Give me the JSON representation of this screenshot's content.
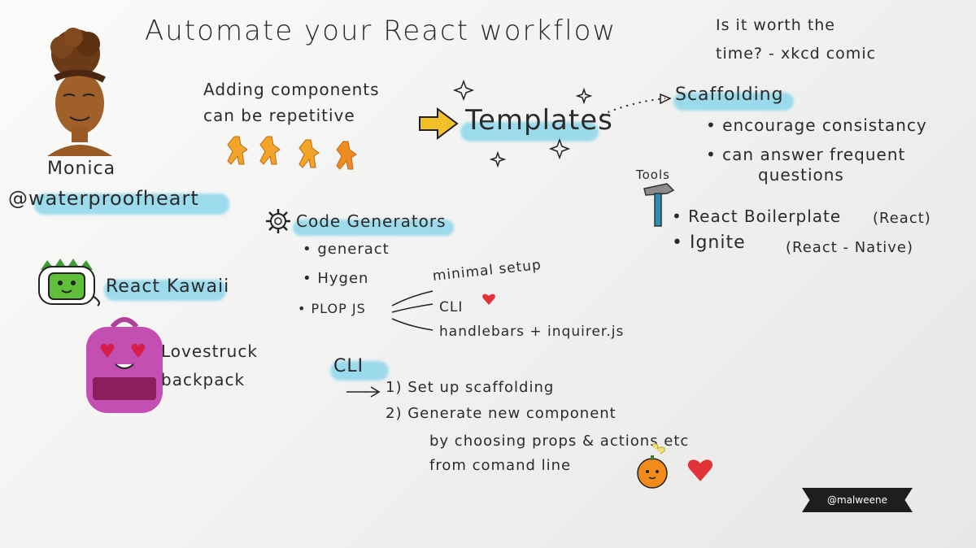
{
  "title": "Automate your React workflow",
  "xkcd_note": [
    "Is it worth the",
    "time? - xkcd comic"
  ],
  "speaker": {
    "name": "Monica",
    "handle": "@waterproofheart"
  },
  "react_kawaii": "React Kawaii",
  "lovestruck": [
    "Lovestruck",
    "backpack"
  ],
  "repetitive": [
    "Adding components",
    "can be repetitive"
  ],
  "templates": "Templates",
  "scaffolding": {
    "title": "Scaffolding",
    "points": [
      "• encourage consistancy",
      "• can answer frequent",
      "questions"
    ]
  },
  "tools": {
    "label": "Tools",
    "items": [
      "• React Boilerplate",
      "(React)",
      "• Ignite",
      "(React - Native)"
    ]
  },
  "code_generators": {
    "title": "Code Generators",
    "items": [
      "• generact",
      "• Hygen",
      "• PLOP JS"
    ],
    "plop_notes": [
      "minimal setup",
      "CLI",
      "handlebars + inquirer.js"
    ]
  },
  "cli": {
    "title": "CLI",
    "steps": [
      "1) Set up scaffolding",
      "2) Generate new component",
      "by choosing props & actions etc",
      "from comand line"
    ]
  },
  "credit": "@malweene",
  "colors": {
    "highlight": "#7fd3ea",
    "ink": "#2b2b2b",
    "arrow_yellow": "#f2c12a",
    "heart_red": "#e2323a"
  }
}
